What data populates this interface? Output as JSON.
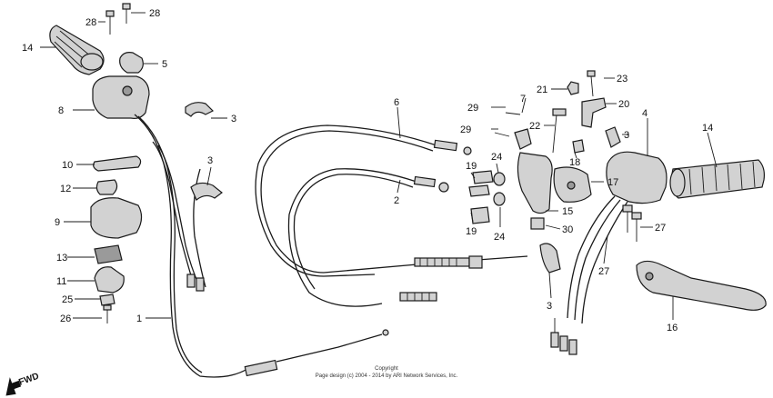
{
  "callouts": [
    "1",
    "2",
    "3",
    "3",
    "3",
    "3",
    "4",
    "5",
    "6",
    "7",
    "8",
    "9",
    "10",
    "11",
    "12",
    "13",
    "14",
    "14",
    "15",
    "16",
    "17",
    "18",
    "19",
    "19",
    "20",
    "21",
    "22",
    "23",
    "24",
    "24",
    "25",
    "26",
    "27",
    "27",
    "28",
    "28",
    "29",
    "29",
    "30"
  ],
  "copyright": {
    "line1": "Copyright",
    "line2": "Page design (c) 2004 - 2014 by ARI Network Services, Inc."
  },
  "fwd_label": "FWD"
}
